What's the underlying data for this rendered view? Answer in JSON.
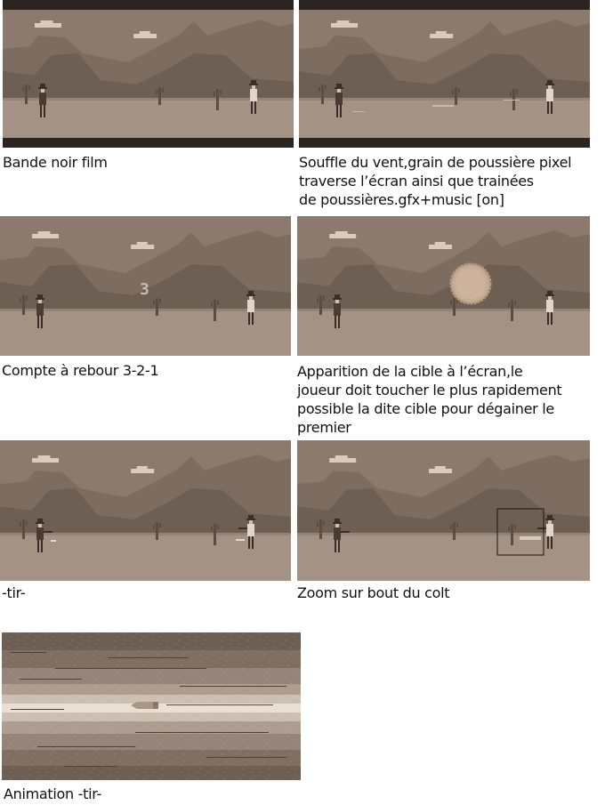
{
  "palette": {
    "sky": "#8c7b6d",
    "mesa_far": "#7d6d61",
    "mesa_near": "#6e5f55",
    "ground": "#a49384",
    "cloud": "#d9cbbd",
    "figure": "#3a2e28",
    "letterbox": "#2b2420"
  },
  "panels": [
    {
      "caption": [
        "Bande noir film"
      ],
      "overlay": "letterbox"
    },
    {
      "caption": [
        "Souffle du vent,grain de poussière pixel",
        "traverse l’écran ainsi que trainées",
        "de poussières.gfx+music [on]"
      ],
      "overlay": "letterbox"
    },
    {
      "caption": [
        "Compte à rebour 3-2-1"
      ],
      "overlay": "countdown",
      "countdown_text": "3"
    },
    {
      "caption": [
        "Apparition de la cible à l’écran,le",
        "joueur doit toucher le plus rapidement",
        "possible la dite cible pour dégainer le",
        "premier"
      ],
      "overlay": "target"
    },
    {
      "caption": [
        "-tir-"
      ],
      "overlay": "shot"
    },
    {
      "caption": [
        "Zoom sur bout du colt"
      ],
      "overlay": "zoom"
    },
    {
      "caption": [
        "Animation -tir-"
      ],
      "overlay": "bullet"
    }
  ]
}
